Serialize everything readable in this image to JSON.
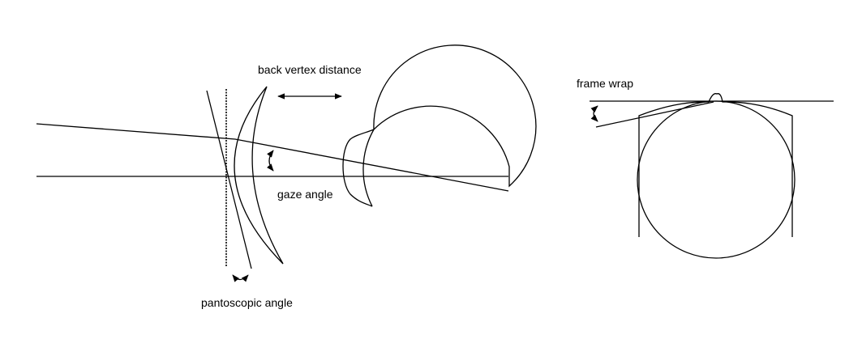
{
  "labels": {
    "back_vertex_distance": "back vertex distance",
    "gaze_angle": "gaze angle",
    "pantoscopic_angle": "pantoscopic angle",
    "frame_wrap": "frame wrap"
  },
  "colors": {
    "ink": "#000000",
    "background": "#ffffff"
  }
}
